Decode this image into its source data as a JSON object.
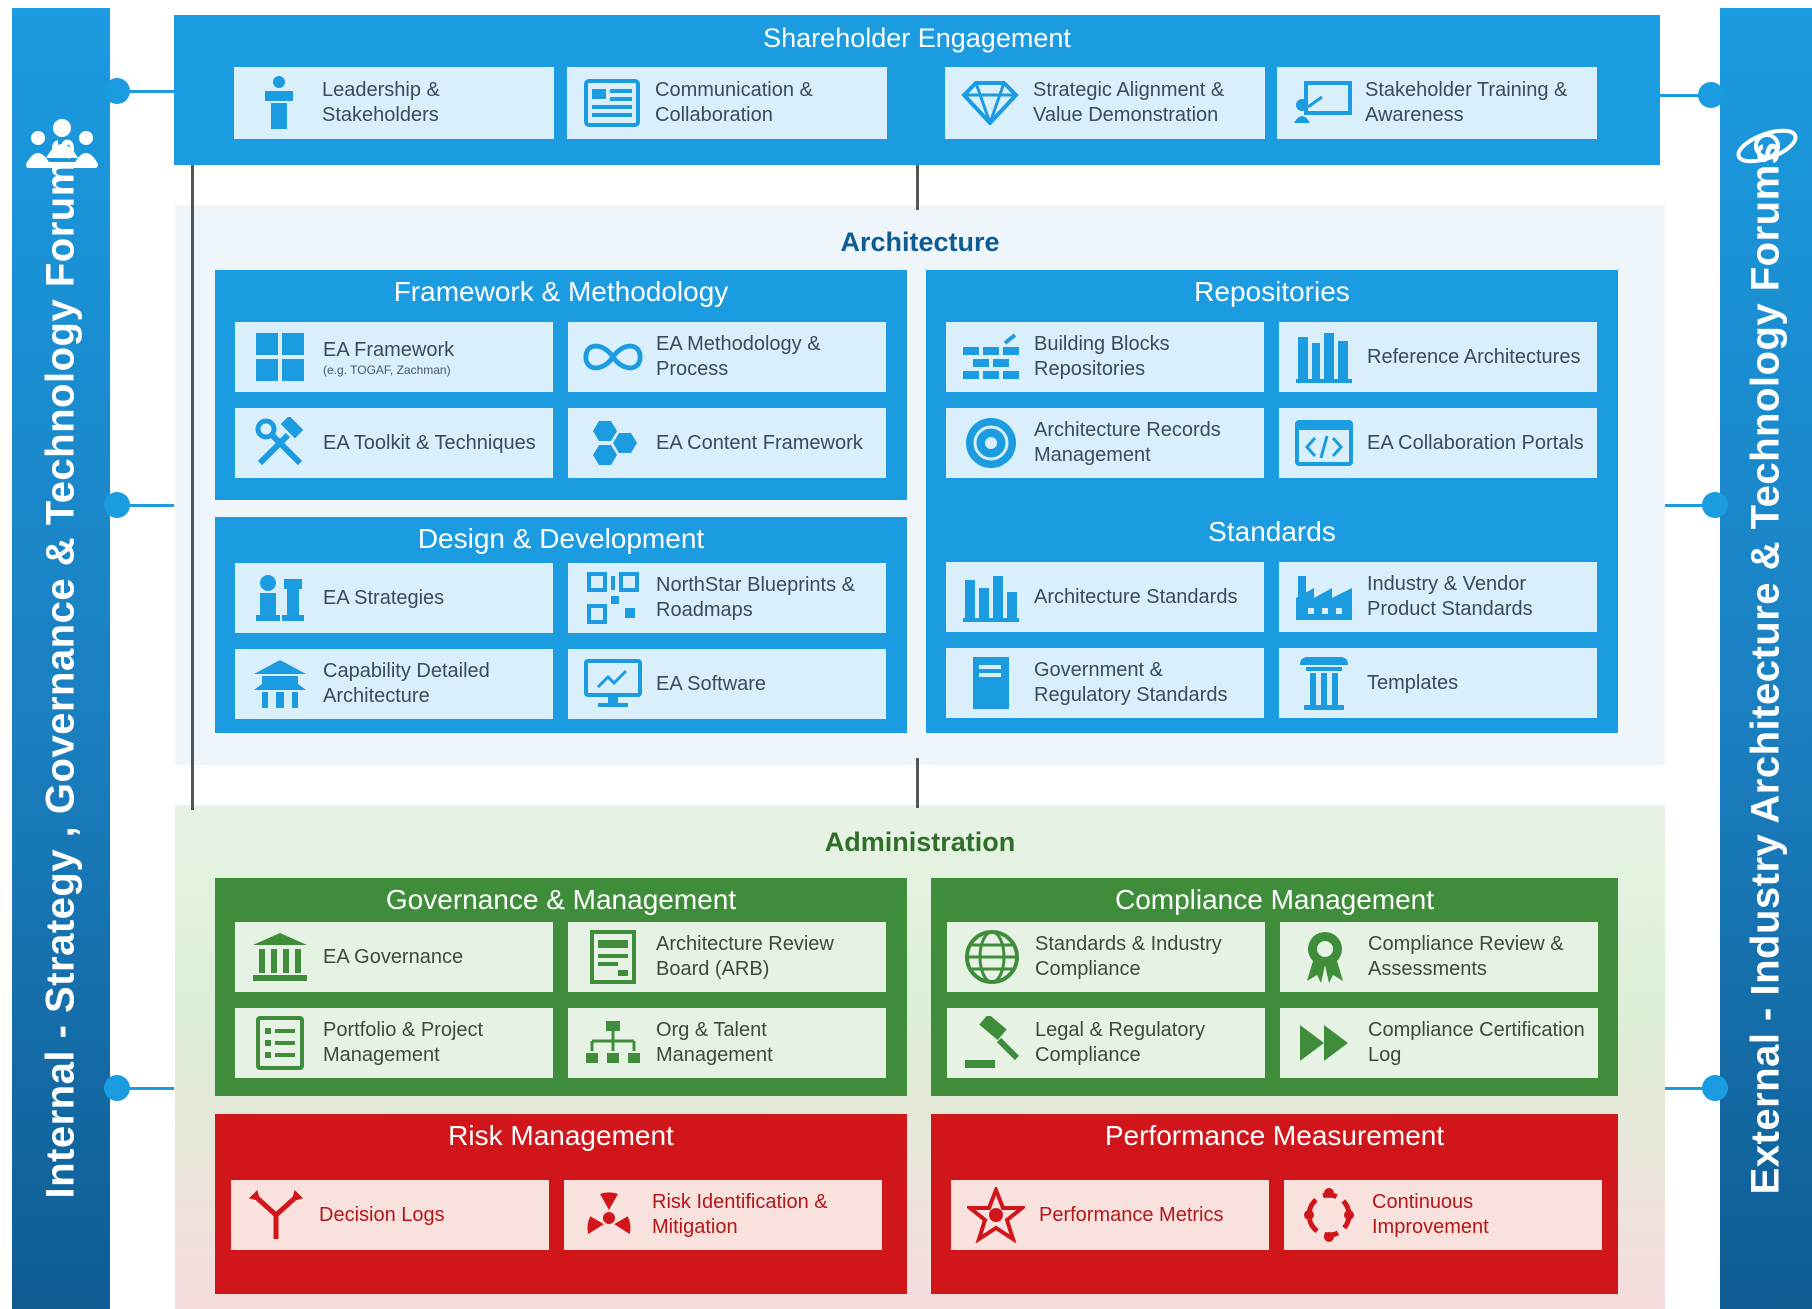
{
  "colors": {
    "blue": "#1b9be0",
    "green": "#3f8d3a",
    "red": "#d0161a",
    "dark_blue": "#0f5c93"
  },
  "left_pillar": {
    "text": "Internal - Strategy , Governance & Technology Forums",
    "icon": "group-people-icon"
  },
  "right_pillar": {
    "text": "External - Industry Architecture & Technology Forums",
    "icon": "planet-orbit-icon"
  },
  "shareholder": {
    "title": "Shareholder Engagement",
    "items": [
      {
        "label": "Leadership & Stakeholders",
        "icon": "speaker-podium-icon"
      },
      {
        "label": "Communication & Collaboration",
        "icon": "document-board-icon"
      },
      {
        "label": "Strategic Alignment & Value Demonstration",
        "icon": "diamond-icon"
      },
      {
        "label": "Stakeholder Training & Awareness",
        "icon": "presentation-board-icon"
      }
    ]
  },
  "architecture": {
    "title": "Architecture",
    "framework": {
      "title": "Framework & Methodology",
      "items": [
        {
          "label": "EA Framework",
          "sub": "(e.g. TOGAF, Zachman)",
          "icon": "grid-window-icon"
        },
        {
          "label": "EA Methodology & Process",
          "icon": "infinity-icon"
        },
        {
          "label": "EA Toolkit & Techniques",
          "icon": "hammer-wrench-icon"
        },
        {
          "label": "EA Content Framework",
          "icon": "hexagons-icon"
        }
      ]
    },
    "design": {
      "title": "Design & Development",
      "items": [
        {
          "label": "EA Strategies",
          "icon": "chess-pieces-icon"
        },
        {
          "label": "NorthStar Blueprints & Roadmaps",
          "icon": "qr-blueprint-icon"
        },
        {
          "label": "Capability Detailed Architecture",
          "icon": "pagoda-icon"
        },
        {
          "label": "EA Software",
          "icon": "monitor-icon"
        }
      ]
    },
    "repositories": {
      "title": "Repositories",
      "items": [
        {
          "label": "Building Blocks Repositories",
          "icon": "bricks-icon"
        },
        {
          "label": "Reference Architectures",
          "icon": "books-icon"
        },
        {
          "label": "Architecture Records Management",
          "icon": "disc-icon"
        },
        {
          "label": "EA Collaboration Portals",
          "icon": "code-window-icon"
        }
      ]
    },
    "standards": {
      "title": "Standards",
      "items": [
        {
          "label": "Architecture Standards",
          "icon": "bar-books-icon"
        },
        {
          "label": "Industry & Vendor Product Standards",
          "icon": "factory-icon"
        },
        {
          "label": "Government & Regulatory Standards",
          "icon": "book-icon"
        },
        {
          "label": "Templates",
          "icon": "column-pillar-icon"
        }
      ]
    }
  },
  "administration": {
    "title": "Administration",
    "governance": {
      "title": "Governance & Management",
      "items": [
        {
          "label": "EA Governance",
          "icon": "courthouse-icon"
        },
        {
          "label": "Architecture Review Board  (ARB)",
          "icon": "review-form-icon"
        },
        {
          "label": "Portfolio & Project Management",
          "icon": "checklist-icon"
        },
        {
          "label": "Org & Talent Management",
          "icon": "org-chart-icon"
        }
      ]
    },
    "compliance": {
      "title": "Compliance Management",
      "items": [
        {
          "label": "Standards & Industry Compliance",
          "icon": "globe-icon"
        },
        {
          "label": "Compliance Review & Assessments",
          "icon": "award-ribbon-icon"
        },
        {
          "label": "Legal & Regulatory Compliance",
          "icon": "gavel-icon"
        },
        {
          "label": "Compliance Certification Log",
          "icon": "fast-forward-icon"
        }
      ]
    },
    "risk": {
      "title": "Risk Management",
      "items": [
        {
          "label": "Decision Logs",
          "icon": "split-arrow-icon"
        },
        {
          "label": "Risk Identification & Mitigation",
          "icon": "radiation-icon"
        }
      ]
    },
    "performance": {
      "title": "Performance Measurement",
      "items": [
        {
          "label": "Performance Metrics",
          "icon": "star-badge-icon"
        },
        {
          "label": "Continuous Improvement",
          "icon": "cycle-icon"
        }
      ]
    }
  }
}
